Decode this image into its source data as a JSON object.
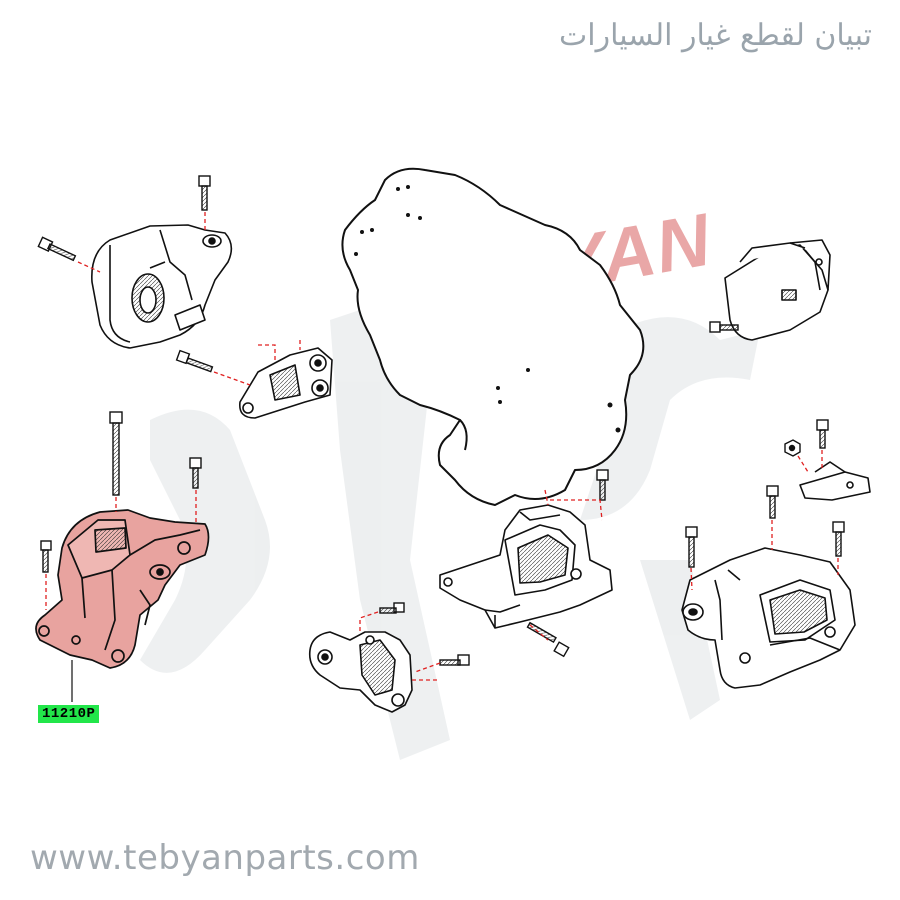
{
  "header": {
    "arabic_title": "تبيان لقطع غيار السيارات"
  },
  "watermark": {
    "brand_text": "TEBYAN"
  },
  "callout": {
    "part_number": "11210P"
  },
  "footer": {
    "website": "www.tebyanparts.com"
  },
  "colors": {
    "highlight_fill": "#e8a39f",
    "leader_dash": "#e02020",
    "label_background": "#22e64a",
    "watermark": "#e9a7a7",
    "line_art": "#111111"
  }
}
